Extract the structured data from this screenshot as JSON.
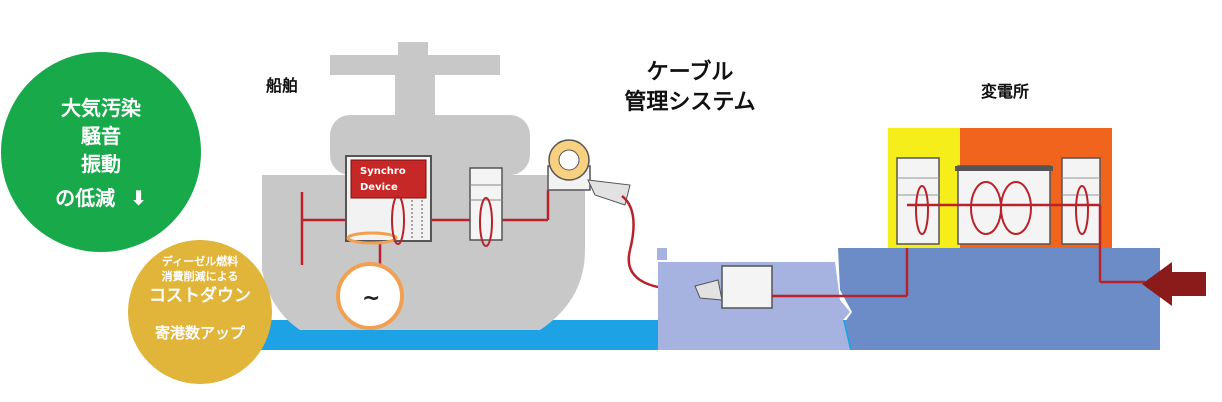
{
  "labels": {
    "ship": "船舶",
    "cable_system_line1": "ケーブル",
    "cable_system_line2": "管理システム",
    "substation": "変電所",
    "synchro_line1": "Synchro",
    "synchro_line2": "Device",
    "generator_symbol": "~"
  },
  "green_badge": {
    "line1": "大気汚染",
    "line2": "騒音",
    "line3": "振動",
    "line4": "の低減",
    "arrow": "⬇",
    "color": "#18a94a"
  },
  "gold_badge": {
    "line1": "ディーゼル燃料",
    "line2": "消費削減による",
    "line3": "コストダウン",
    "line4": "寄港数アップ",
    "color": "#e1b43a"
  },
  "colors": {
    "ship": "#c8c8c8",
    "water": "#1ea2e6",
    "wire": "#b8222a",
    "dock_light": "#a6b2df",
    "dock_blue": "#6b8cc6",
    "substation_yellow": "#f6ee1a",
    "substation_orange": "#f0641e",
    "synchro_box": "#c62828",
    "generator_ring": "#f0a050",
    "input_arrow": "#8b1a1a"
  }
}
